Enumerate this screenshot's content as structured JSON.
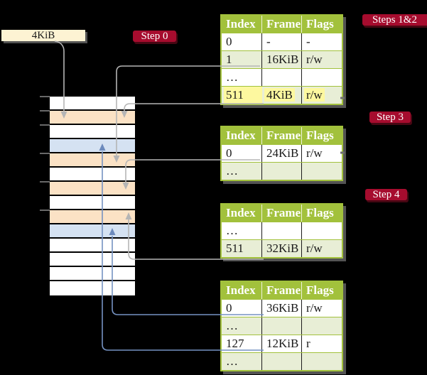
{
  "page_size_box": {
    "label": "4KiB"
  },
  "badges": {
    "step0": "Step 0",
    "steps12": "Steps 1&2",
    "step3": "Step 3",
    "step4": "Step 4"
  },
  "table_columns": [
    "Index",
    "Frame",
    "Flags"
  ],
  "tables": [
    {
      "name": "steps-1-2-table",
      "rows": [
        [
          "0",
          "-",
          "-"
        ],
        [
          "1",
          "16KiB",
          "r/w"
        ],
        [
          "…",
          "",
          ""
        ],
        [
          "511",
          "4KiB",
          "r/w"
        ]
      ]
    },
    {
      "name": "step-3-table",
      "rows": [
        [
          "0",
          "24KiB",
          "r/w"
        ],
        [
          "…",
          "",
          ""
        ]
      ]
    },
    {
      "name": "step-4-upper-table",
      "rows": [
        [
          "…",
          "",
          ""
        ],
        [
          "511",
          "32KiB",
          "r/w"
        ]
      ]
    },
    {
      "name": "step-4-lower-table",
      "rows": [
        [
          "0",
          "36KiB",
          "r/w"
        ],
        [
          "…",
          "",
          ""
        ],
        [
          "127",
          "12KiB",
          "r"
        ],
        [
          "…",
          "",
          ""
        ]
      ]
    }
  ],
  "memory": {
    "row_colors": [
      "white",
      "orange",
      "white",
      "blue",
      "orange",
      "white",
      "orange",
      "white",
      "orange",
      "blue",
      "white",
      "white",
      "white",
      "white"
    ]
  },
  "arrows": [
    {
      "from": "page-size-box 4KiB",
      "to": "memory frame 4KiB",
      "color": "gray"
    },
    {
      "from": "steps-1-2-table row 1 (16KiB)",
      "to": "memory frame 16KiB",
      "color": "gray"
    },
    {
      "from": "steps-1-2-table row 511 (4KiB)",
      "to": "memory frame 4KiB",
      "color": "gray"
    },
    {
      "from": "step-3-table row 0 (24KiB)",
      "to": "memory frame 24KiB",
      "color": "gray"
    },
    {
      "from": "step-4-upper-table row 511 (32KiB)",
      "to": "memory frame 32KiB",
      "color": "gray"
    },
    {
      "from": "step-4-lower-table row 0 (36KiB)",
      "to": "memory frame 36KiB",
      "color": "blue"
    },
    {
      "from": "step-4-lower-table row 127 (12KiB)",
      "to": "memory frame 12KiB",
      "color": "blue"
    }
  ],
  "colors": {
    "header_green": "#a2c13c",
    "row_green": "#e8eed6",
    "orange": "#fbe2c5",
    "blue": "#d5e2f2",
    "cream": "#fdf3d3",
    "badge_red": "#a60c2e",
    "highlight_yellow": "#fdf89f",
    "gray_line": "#b5b5b5",
    "blue_line": "#7592c2"
  }
}
